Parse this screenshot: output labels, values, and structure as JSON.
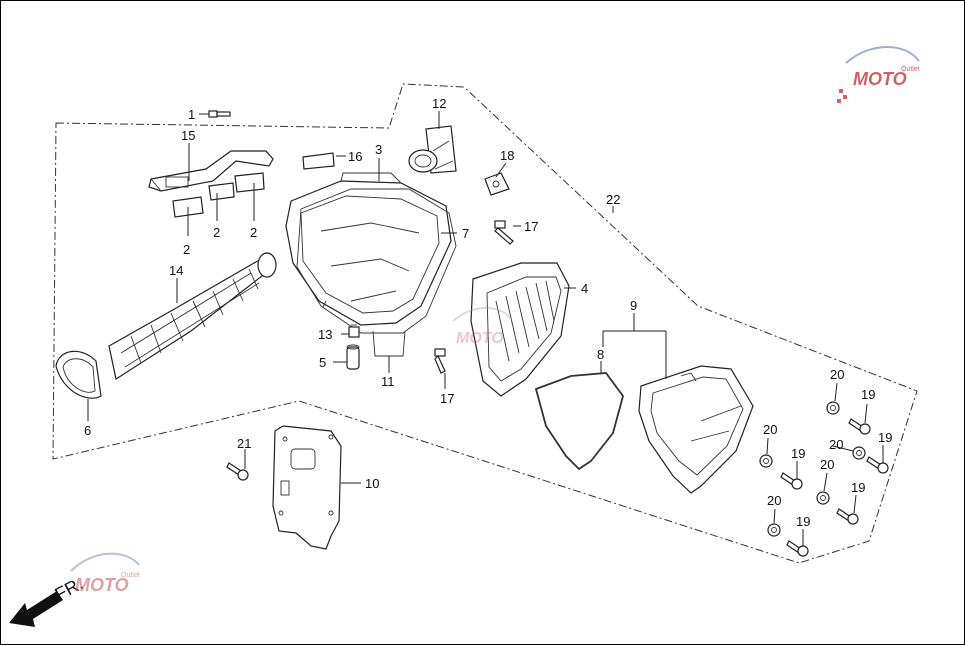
{
  "diagram": {
    "direction_label": "FR.",
    "watermark": {
      "text": "MOTO",
      "subtext": "Outlet"
    },
    "callouts": [
      {
        "id": "c1",
        "label": "1"
      },
      {
        "id": "c2a",
        "label": "2"
      },
      {
        "id": "c2b",
        "label": "2"
      },
      {
        "id": "c2c",
        "label": "2"
      },
      {
        "id": "c3",
        "label": "3"
      },
      {
        "id": "c4",
        "label": "4"
      },
      {
        "id": "c5",
        "label": "5"
      },
      {
        "id": "c6",
        "label": "6"
      },
      {
        "id": "c7",
        "label": "7"
      },
      {
        "id": "c8",
        "label": "8"
      },
      {
        "id": "c9",
        "label": "9"
      },
      {
        "id": "c10",
        "label": "10"
      },
      {
        "id": "c11",
        "label": "11"
      },
      {
        "id": "c12",
        "label": "12"
      },
      {
        "id": "c13",
        "label": "13"
      },
      {
        "id": "c14",
        "label": "14"
      },
      {
        "id": "c15",
        "label": "15"
      },
      {
        "id": "c16",
        "label": "16"
      },
      {
        "id": "c17a",
        "label": "17"
      },
      {
        "id": "c17b",
        "label": "17"
      },
      {
        "id": "c18",
        "label": "18"
      },
      {
        "id": "c19a",
        "label": "19"
      },
      {
        "id": "c19b",
        "label": "19"
      },
      {
        "id": "c19c",
        "label": "19"
      },
      {
        "id": "c19d",
        "label": "19"
      },
      {
        "id": "c19e",
        "label": "19"
      },
      {
        "id": "c20a",
        "label": "20"
      },
      {
        "id": "c20b",
        "label": "20"
      },
      {
        "id": "c20c",
        "label": "20"
      },
      {
        "id": "c20d",
        "label": "20"
      },
      {
        "id": "c20e",
        "label": "20"
      },
      {
        "id": "c21",
        "label": "21"
      },
      {
        "id": "c22",
        "label": "22"
      }
    ]
  }
}
